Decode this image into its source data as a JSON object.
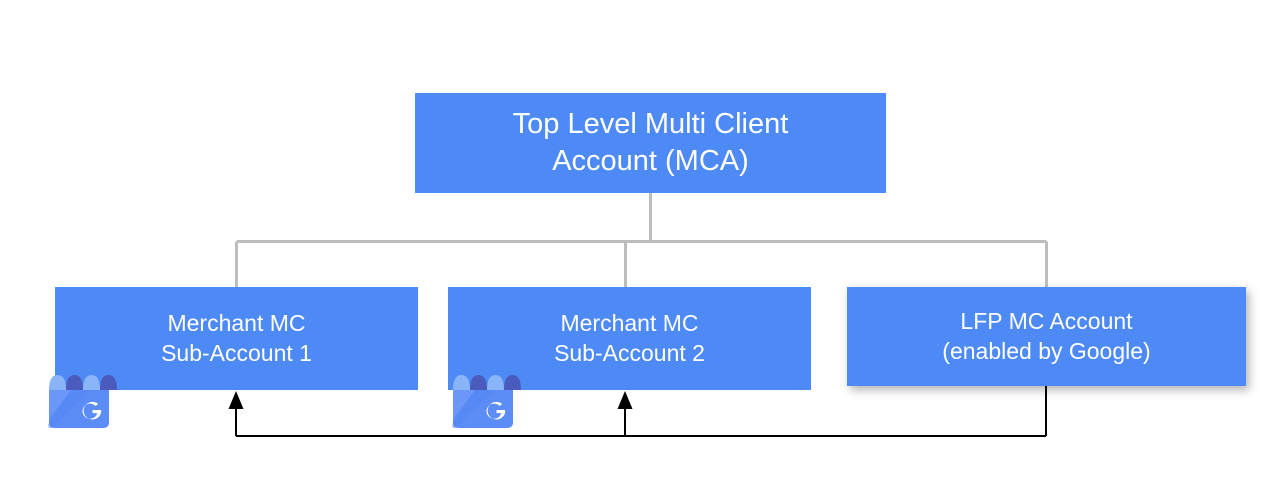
{
  "diagram": {
    "type": "hierarchy-tree",
    "title": "Google Merchant Center account structure",
    "colors": {
      "node_fill": "#4d8af5",
      "node_text": "#ffffff",
      "hierarchy_connector": "#bdbdbd",
      "feedback_connector": "#000000",
      "background": "#ffffff",
      "icon_awning_light": "#8ab4f8",
      "icon_awning_dark": "#4a5bbd",
      "icon_body": "#5c8df6"
    },
    "nodes": [
      {
        "id": "mca",
        "label": "Top Level Multi Client\nAccount (MCA)",
        "line1": "Top Level Multi Client",
        "line2": "Account (MCA)",
        "level": "top",
        "has_shadow": false,
        "has_icon": false
      },
      {
        "id": "sub1",
        "label": "Merchant MC\nSub-Account 1",
        "line1": "Merchant MC",
        "line2": "Sub-Account 1",
        "level": "child",
        "has_shadow": false,
        "has_icon": true,
        "icon": "google-business-storefront-icon"
      },
      {
        "id": "sub2",
        "label": "Merchant MC\nSub-Account 2",
        "line1": "Merchant MC",
        "line2": "Sub-Account 2",
        "level": "child",
        "has_shadow": false,
        "has_icon": true,
        "icon": "google-business-storefront-icon"
      },
      {
        "id": "lfp",
        "label": "LFP MC Account\n(enabled by Google)",
        "line1": "LFP MC Account",
        "line2": "(enabled by Google)",
        "level": "child",
        "has_shadow": true,
        "has_icon": false
      }
    ],
    "connectors": [
      {
        "id": "mca-to-bus",
        "from": "mca",
        "to": "hierarchy-bus",
        "style": "solid",
        "color": "#bdbdbd",
        "arrow": false
      },
      {
        "id": "bus-to-sub1",
        "from": "hierarchy-bus",
        "to": "sub1",
        "style": "solid",
        "color": "#bdbdbd",
        "arrow": false
      },
      {
        "id": "bus-to-sub2",
        "from": "hierarchy-bus",
        "to": "sub2",
        "style": "solid",
        "color": "#bdbdbd",
        "arrow": false
      },
      {
        "id": "bus-to-lfp",
        "from": "hierarchy-bus",
        "to": "lfp",
        "style": "solid",
        "color": "#bdbdbd",
        "arrow": false
      },
      {
        "id": "lfp-to-sub1",
        "from": "lfp",
        "to": "sub1",
        "style": "solid",
        "color": "#000000",
        "arrow": true
      },
      {
        "id": "lfp-to-sub2",
        "from": "lfp",
        "to": "sub2",
        "style": "solid",
        "color": "#000000",
        "arrow": true
      }
    ]
  }
}
